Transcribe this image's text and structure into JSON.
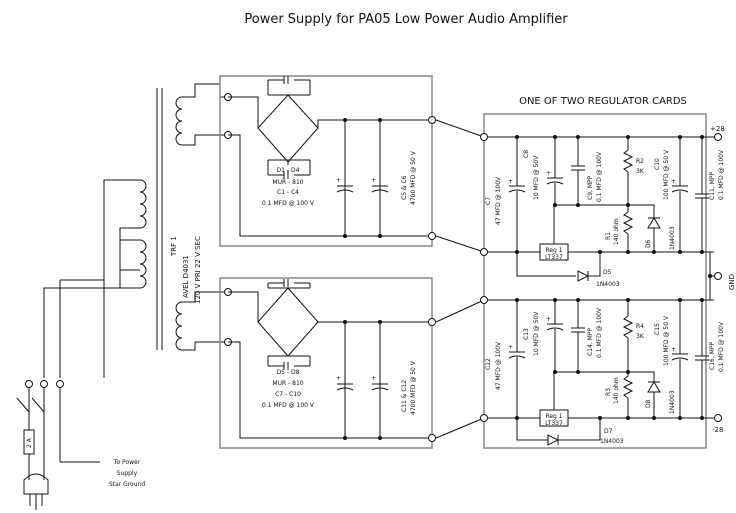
{
  "title": "Power Supply for PA05 Low Power Audio Amplifier",
  "regulator_heading": "ONE OF TWO REGULATOR CARDS",
  "transformer": {
    "name": "TRF 1",
    "model": "AVEL D4031",
    "rating": "120 V PRI    22 V SEC"
  },
  "bridge_top": {
    "diodes": "D1 - D4",
    "part": "MUR - 810",
    "caps": "C1 - C4",
    "cap_value": "0.1 MFD @ 100 V",
    "filter_caps": "C5 & C6",
    "filter_value": "4700 MFD @ 50 V"
  },
  "bridge_bottom": {
    "diodes": "D5 - D8",
    "part": "MUR - 810",
    "caps": "C7 - C10",
    "cap_value": "0.1 MFD @ 100 V",
    "filter_caps": "C11 & C12",
    "filter_value": "4700 MFD @ 50 V"
  },
  "reg_top": {
    "c7": "C7",
    "c7v": "47 MFD @ 100V",
    "c8": "C8",
    "c8v": "10 MFD @ 50V",
    "c9": "C9, MPP",
    "c9v": "0.1 MFD @ 100V",
    "r2": "R2",
    "r2v": "3K",
    "c10": "C10",
    "c10v": "100 MFD @ 50 V",
    "c11": "C11, MPP",
    "c11v": "0.1 MFD @ 100V",
    "r1": "R1",
    "r1v": "140 ohm",
    "d6": "D6",
    "d6v": "1N4003",
    "reg": "Reg 1",
    "regv": "LT337",
    "d5": "D5",
    "d5v": "1N4003",
    "vout": "+28"
  },
  "reg_bottom": {
    "c12": "C12",
    "c12v": "47 MFD @ 100V",
    "c13": "C13",
    "c13v": "10 MFD @ 50V",
    "c14": "C14, MPP",
    "c14v": "0.1 MFD @ 100V",
    "r4": "R4",
    "r4v": "3K",
    "c15": "C15",
    "c15v": "100 MFD @ 50 V",
    "c16": "C16, MPP",
    "c16v": "0.1 MFD @ 100V",
    "r3": "R3",
    "r3v": "140 ohm",
    "d8": "D8",
    "d8v": "1N4003",
    "reg": "Reg 1",
    "regv": "LT337",
    "d7": "D7",
    "d7v": "1N4003",
    "vout": "-28"
  },
  "gnd": "GND",
  "fuse": "2 A",
  "ground_note": [
    "To Power",
    "Supply",
    "Star Ground"
  ]
}
